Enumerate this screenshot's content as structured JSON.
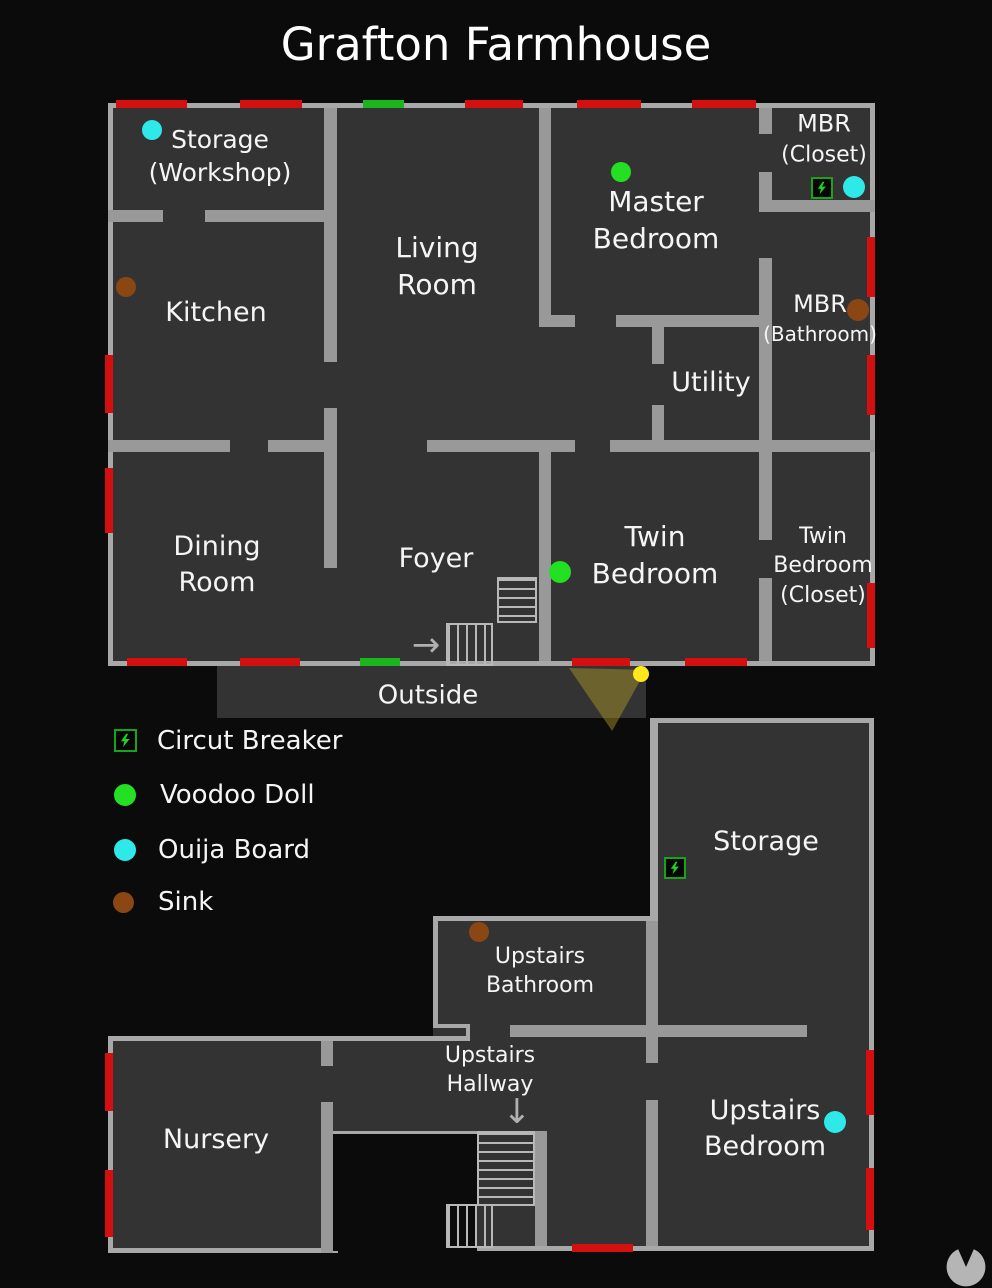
{
  "title": "Grafton Farmhouse",
  "icons": {
    "arrow_right": "→",
    "arrow_down": "↓"
  },
  "colors": {
    "background": "#0b0b0b",
    "floor_fill": "#333333",
    "wall_interior": "#999999",
    "wall_exterior": "#a8a8a8",
    "window_red": "#d40f0f",
    "door_green": "#1db51d",
    "voodoo_doll_green": "#23e023",
    "ouija_board_cyan": "#2fe8e8",
    "sink_brown": "#8a4713",
    "breaker_green": "#1fd41f",
    "player_marker_yellow": "#ffe81a",
    "view_cone_olive": "rgba(185,165,40,0.42)",
    "label_text": "#f5f5f5"
  },
  "floor1": {
    "rooms": {
      "storage_workshop": {
        "line1": "Storage",
        "line2": "(Workshop)"
      },
      "kitchen": {
        "line1": "Kitchen"
      },
      "living_room": {
        "line1": "Living",
        "line2": "Room"
      },
      "master_bedroom": {
        "line1": "Master",
        "line2": "Bedroom"
      },
      "mbr_closet": {
        "line1": "MBR",
        "line2": "(Closet)"
      },
      "mbr_bathroom": {
        "line1": "MBR",
        "line2": "(Bathroom)"
      },
      "utility": {
        "line1": "Utility"
      },
      "dining_room": {
        "line1": "Dining",
        "line2": "Room"
      },
      "foyer": {
        "line1": "Foyer"
      },
      "twin_bedroom": {
        "line1": "Twin",
        "line2": "Bedroom"
      },
      "twin_bedroom_closet": {
        "line1": "Twin",
        "line2": "Bedroom",
        "line3": "(Closet)"
      },
      "outside": {
        "line1": "Outside"
      }
    }
  },
  "floor2": {
    "rooms": {
      "storage": {
        "line1": "Storage"
      },
      "upstairs_bathroom": {
        "line1": "Upstairs",
        "line2": "Bathroom"
      },
      "upstairs_hallway": {
        "line1": "Upstairs",
        "line2": "Hallway"
      },
      "nursery": {
        "line1": "Nursery"
      },
      "upstairs_bedroom": {
        "line1": "Upstairs",
        "line2": "Bedroom"
      }
    }
  },
  "legend": {
    "items": [
      {
        "icon": "circuit-breaker-icon",
        "label": "Circut Breaker"
      },
      {
        "icon": "voodoo-doll-dot",
        "label": "Voodoo Doll"
      },
      {
        "icon": "ouija-board-dot",
        "label": "Ouija Board"
      },
      {
        "icon": "sink-dot",
        "label": "Sink"
      }
    ]
  },
  "markers": {
    "floor1": [
      {
        "type": "ouija-board",
        "room": "Storage (Workshop)"
      },
      {
        "type": "sink",
        "room": "Kitchen"
      },
      {
        "type": "voodoo-doll",
        "room": "Master Bedroom"
      },
      {
        "type": "circuit-breaker",
        "room": "MBR (Closet)"
      },
      {
        "type": "ouija-board",
        "room": "MBR (Closet)"
      },
      {
        "type": "sink",
        "room": "MBR (Bathroom)"
      },
      {
        "type": "voodoo-doll",
        "room": "Twin Bedroom"
      },
      {
        "type": "yellow-marker",
        "room": "Outside"
      }
    ],
    "floor2": [
      {
        "type": "circuit-breaker",
        "room": "Storage"
      },
      {
        "type": "sink",
        "room": "Upstairs Bathroom"
      },
      {
        "type": "ouija-board",
        "room": "Upstairs Bedroom"
      }
    ]
  }
}
